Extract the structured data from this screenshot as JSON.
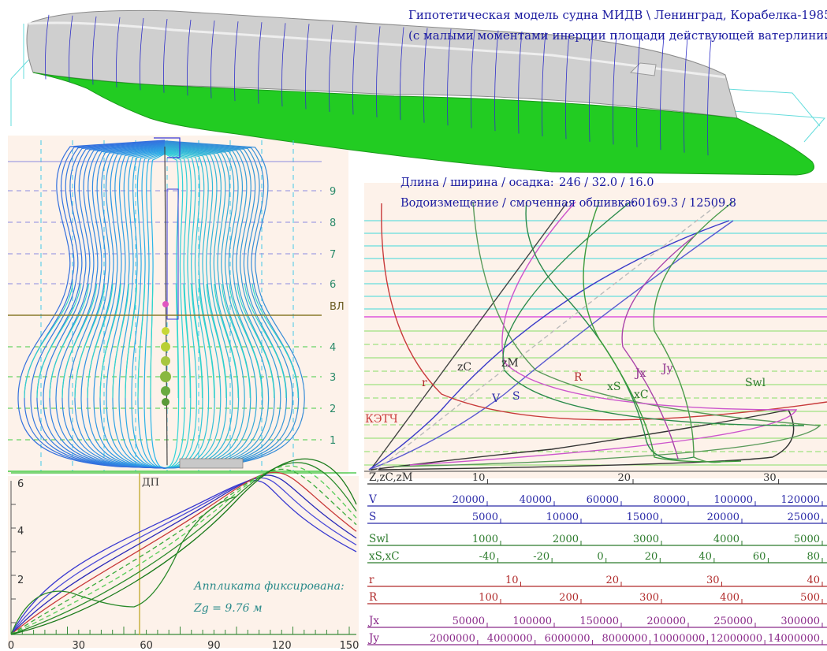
{
  "header": {
    "title_line1": "Гипотетическая модель судна МИДВ \\ Ленинград, Корабелка-1985",
    "title_line2": "(с малыми моментами инерции площади действующей ватерлинии)"
  },
  "particulars": {
    "dims_label": "Длина / ширина / осадка:",
    "dims_value": "246 / 32.0 / 16.0",
    "disp_label": "Водоизмещение / смоченная обшивка:",
    "disp_value": "60169.3 / 12509.8"
  },
  "body_plan": {
    "waterline_labels": [
      "9",
      "8",
      "7",
      "6",
      "ВЛ",
      "4",
      "3",
      "2",
      "1"
    ],
    "centerline_label": "ДП"
  },
  "hydrostatics": {
    "curve_labels": {
      "r": "r",
      "zC": "zC",
      "zM": "zM",
      "V": "V",
      "S": "S",
      "R": "R",
      "Jx": "Jx",
      "Jy": "Jy",
      "xS": "xS",
      "xC": "xC",
      "Swl": "Swl",
      "kecg": "КЭТЧ"
    },
    "scales": [
      {
        "name": "Z,zC,zM",
        "ticks": [
          "10",
          "20",
          "30"
        ],
        "color": "#333333"
      },
      {
        "name": "V",
        "ticks": [
          "20000",
          "40000",
          "60000",
          "80000",
          "100000",
          "120000"
        ],
        "color": "#2a2aa8"
      },
      {
        "name": "S",
        "ticks": [
          "5000",
          "10000",
          "15000",
          "20000",
          "25000"
        ],
        "color": "#2a2aa8"
      },
      {
        "name": "Swl",
        "ticks": [
          "1000",
          "2000",
          "3000",
          "4000",
          "5000"
        ],
        "color": "#2b7a2b"
      },
      {
        "name": "xS,xC",
        "ticks": [
          "-40",
          "-20",
          "0",
          "20",
          "40",
          "60",
          "80"
        ],
        "color": "#2b7a2b"
      },
      {
        "name": "r",
        "ticks": [
          "10",
          "20",
          "30",
          "40"
        ],
        "color": "#b02a2a"
      },
      {
        "name": "R",
        "ticks": [
          "100",
          "200",
          "300",
          "400",
          "500"
        ],
        "color": "#b02a2a"
      },
      {
        "name": "Jx",
        "ticks": [
          "50000",
          "100000",
          "150000",
          "200000",
          "250000",
          "300000"
        ],
        "color": "#8a2a8a"
      },
      {
        "name": "Jy",
        "ticks": [
          "2000000",
          "4000000",
          "6000000",
          "8000000",
          "10000000",
          "12000000",
          "14000000"
        ],
        "color": "#8a2a8a"
      }
    ]
  },
  "stability": {
    "y_ticks": [
      "6",
      "4",
      "2"
    ],
    "x_ticks": [
      "0",
      "30",
      "60",
      "90",
      "120",
      "150"
    ],
    "note_line1": "Аппликата фиксирована:",
    "note_line2": "Zg = 9.76 м",
    "marker_x": 57
  },
  "colors": {
    "hull_green": "#22cc22",
    "hull_grey": "#c8c8c8",
    "frame_blue": "#3a3ad8",
    "frame_cyan": "#22dddd",
    "panel_bg": "#fdf2ea"
  }
}
